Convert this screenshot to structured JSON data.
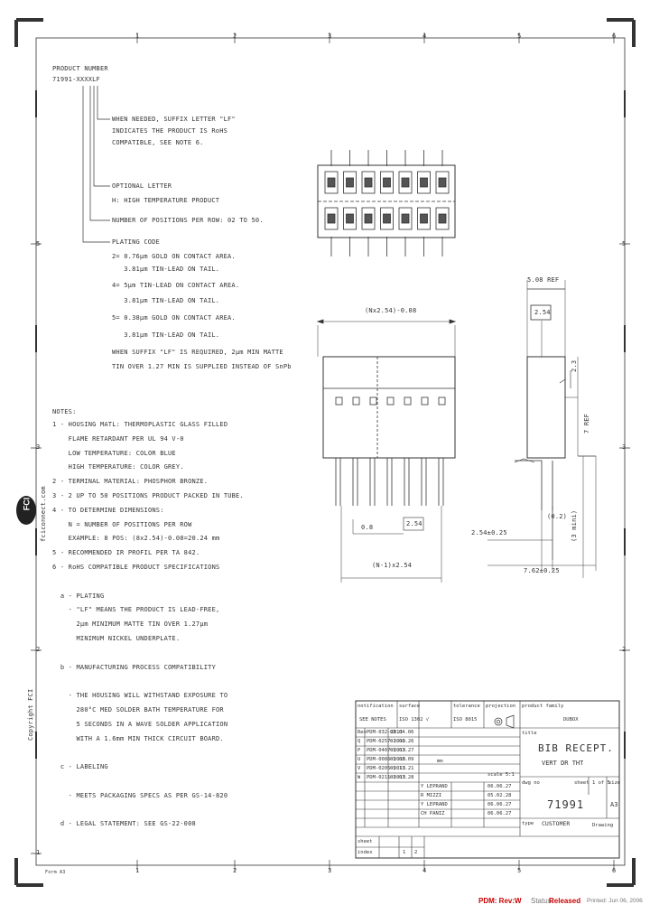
{
  "border": {
    "zones_top": [
      "1",
      "2",
      "3",
      "4",
      "5",
      "6"
    ],
    "zones_side_left": [
      "5",
      "4",
      "3",
      "2",
      "1"
    ],
    "zones_side_right": [
      "5",
      "4",
      "3",
      "2",
      "1"
    ]
  },
  "product_number": {
    "title": "PRODUCT NUMBER",
    "code": "71991-XXXXLF",
    "suffix": [
      "WHEN NEEDED, SUFFIX LETTER \"LF\"",
      "INDICATES THE PRODUCT IS RoHS",
      "COMPATIBLE, SEE NOTE 6."
    ],
    "optional": [
      "OPTIONAL LETTER",
      "H: HIGH TEMPERATURE PRODUCT"
    ],
    "positions": "NUMBER OF POSITIONS PER ROW: 02 TO 50.",
    "plating": [
      "PLATING CODE",
      "2= 0.76µm GOLD ON CONTACT AREA.",
      "   3.81µm TIN-LEAD ON TAIL.",
      "4= 5µm TIN-LEAD ON CONTACT AREA.",
      "   3.81µm TIN-LEAD ON TAIL.",
      "5= 0.38µm GOLD ON CONTACT AREA.",
      "   3.81µm TIN-LEAD ON TAIL."
    ],
    "lf_note": [
      "WHEN SUFFIX \"LF\" IS REQUIRED, 2µm MIN MATTE",
      "TIN OVER 1.27 MIN IS SUPPLIED INSTEAD OF SnPb"
    ]
  },
  "notes": {
    "title": "NOTES:",
    "lines": [
      "1 - HOUSING MATL: THERMOPLASTIC GLASS FILLED",
      "    FLAME RETARDANT PER UL 94 V-0",
      "    LOW TEMPERATURE: COLOR BLUE",
      "    HIGH TEMPERATURE: COLOR GREY.",
      "2 - TERMINAL MATERIAL: PHOSPHOR BRONZE.",
      "3 - 2 UP TO 50 POSITIONS PRODUCT PACKED IN TUBE.",
      "4 - TO DETERMINE DIMENSIONS:",
      "    N = NUMBER OF POSITIONS PER ROW",
      "    EXAMPLE: 8 POS: (8x2.54)-0.08=20.24 mm",
      "5 - RECOMMENDED IR PROFIL PER TA 842.",
      "6 - RoHS COMPATIBLE PRODUCT SPECIFICATIONS",
      "",
      "  a - PLATING",
      "    - \"LF\" MEANS THE PRODUCT IS LEAD-FREE,",
      "      2µm MINIMUM MATTE TIN OVER 1.27µm",
      "      MINIMUM NICKEL UNDERPLATE.",
      "",
      "  b - MANUFACTURING PROCESS COMPATIBILITY",
      "",
      "    - THE HOUSING WILL WITHSTAND EXPOSURE TO",
      "      280°C MED SOLDER BATH TEMPERATURE FOR",
      "      5 SECONDS IN A WAVE SOLDER APPLICATION",
      "      WITH A 1.6mm MIN THICK CIRCUIT BOARD.",
      "",
      "  c - LABELING",
      "",
      "    - MEETS PACKAGING SPECS AS PER GS-14-820",
      "",
      "  d - LEGAL STATEMENT: SEE GS-22-008"
    ]
  },
  "dimensions": {
    "top_len": "(Nx2.54)-0.08",
    "ref_508": "5.08 REF",
    "d254_side": "2.54",
    "d254_bottom": "2.54",
    "d08": "0.8",
    "pitch": "(N-1)x2.54",
    "d254_025": "2.54±0.25",
    "d762": "7.62±0.25",
    "d02": "(0.2)",
    "d3min": "(3 mini)",
    "d7ref": "7 REF",
    "d23": "2.3"
  },
  "title_block": {
    "rows": [
      [
        "notification",
        "surface",
        "tolerance",
        "projection",
        "product family"
      ],
      [
        "SEE NOTES",
        "ISO 1302 √",
        "ISO 8015",
        "",
        "DUBOX"
      ]
    ],
    "title_label": "title",
    "title1": "BIB RECEPT.",
    "title2": "VERT DR THT",
    "dwg_label": "dwg no",
    "dwg_no": "71991",
    "size_label": "size",
    "size": "A3",
    "sheet_label": "sheet",
    "sheet": "1 of 5",
    "type_label": "type",
    "type": "CUSTOMER",
    "drawing": "Drawing",
    "revisions": [
      [
        "Rev",
        "PDM-032-2013",
        "03.04.06"
      ],
      [
        "Q",
        "PDM-0257-2013",
        "01.06.26"
      ],
      [
        "P",
        "PDM-0407-2013",
        "05.03.27"
      ],
      [
        "U",
        "PDM-0086-2013",
        "05.08.09"
      ],
      [
        "V",
        "PDM-0205-2013",
        "05.11.21"
      ],
      [
        "W",
        "PDM-0211-2013",
        "05.03.28"
      ]
    ],
    "scale": "scale 5:1",
    "units": "mm",
    "drawn": [
      "Y LEPRAND",
      "R MIZZI",
      "Y LEPRAND",
      "CH PANIZ"
    ],
    "dates": [
      "06.06.27",
      "05.02.28",
      "06.06.27",
      "06.06.27"
    ],
    "sheet_index": [
      "sheet",
      "index",
      "1",
      "2"
    ]
  },
  "logo": {
    "text": "FCI",
    "site": "fciconnect.com"
  },
  "copyright": "Copyright FCI",
  "form": "Form A3",
  "status_bar": {
    "pdm": "PDM: Rev:W",
    "status_label": "Status:",
    "status": "Released",
    "printed": "Printed: Jun 06, 2006"
  },
  "colors": {
    "status_red": "#cc0000",
    "line": "#333333"
  }
}
